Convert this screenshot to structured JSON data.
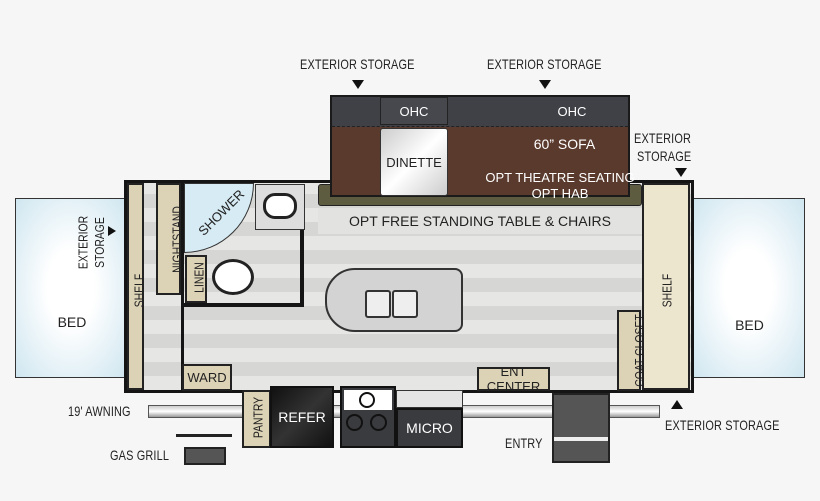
{
  "labels": {
    "ext_storage_top_left": "EXTERIOR STORAGE",
    "ext_storage_top_right": "EXTERIOR STORAGE",
    "ext_storage_right_line1": "EXTERIOR",
    "ext_storage_right_line2": "STORAGE",
    "ext_storage_left_line1": "EXTERIOR",
    "ext_storage_left_line2": "STORAGE",
    "ext_storage_bottom": "EXTERIOR STORAGE",
    "ohc_left": "OHC",
    "ohc_right": "OHC",
    "dinette": "DINETTE",
    "sofa": "60” SOFA",
    "theatre": "OPT THEATRE SEATING",
    "hab": "OPT HAB",
    "table": "OPT FREE STANDING TABLE & CHAIRS",
    "bed_left": "BED",
    "bed_right": "BED",
    "shelf_left": "SHELF",
    "shelf_right": "SHELF",
    "nightstand": "NIGHTSTAND",
    "shower": "SHOWER",
    "linen": "LINEN",
    "ward": "WARD",
    "pantry": "PANTRY",
    "refer": "REFER",
    "micro": "MICRO",
    "ent_center": "ENT CENTER",
    "coat_closet": "COAT CLOSET",
    "awning": "19' AWNING",
    "gas_grill": "GAS GRILL",
    "entry": "ENTRY"
  }
}
